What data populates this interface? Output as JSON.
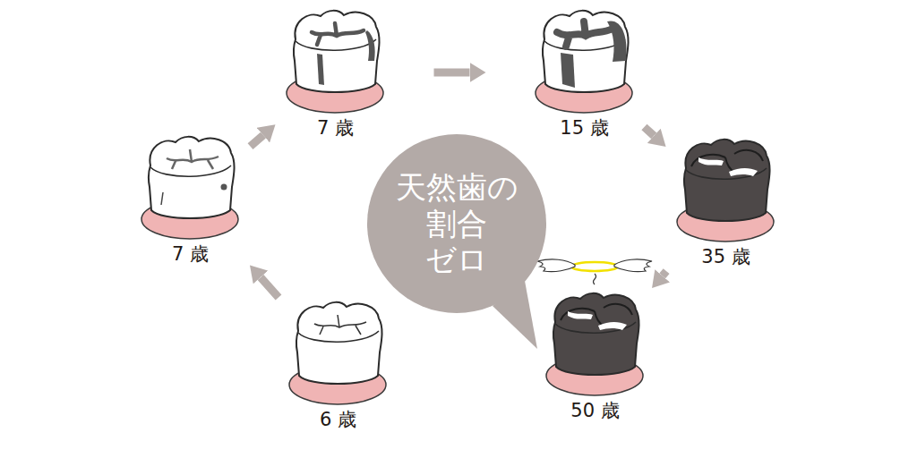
{
  "diagram": {
    "nodes": [
      {
        "text": [
          "6 歳"
        ]
      },
      {
        "text": [
          "7 歳"
        ]
      },
      {
        "text": [
          "7 歳"
        ]
      },
      {
        "text": [
          "15 歳"
        ]
      },
      {
        "text": [
          "35 歳"
        ]
      },
      {
        "text": [
          "50 歳"
        ]
      },
      {
        "text": [
          "天然歯の 割合 ゼロ"
        ]
      }
    ],
    "edges": [
      {
        "from": 0,
        "to": 1,
        "arrow": "to"
      },
      {
        "from": 1,
        "to": 2,
        "arrow": "to"
      },
      {
        "from": 2,
        "to": 3,
        "arrow": "to"
      },
      {
        "from": 3,
        "to": 4,
        "arrow": "to"
      },
      {
        "from": 4,
        "to": 5,
        "arrow": "to"
      }
    ]
  }
}
